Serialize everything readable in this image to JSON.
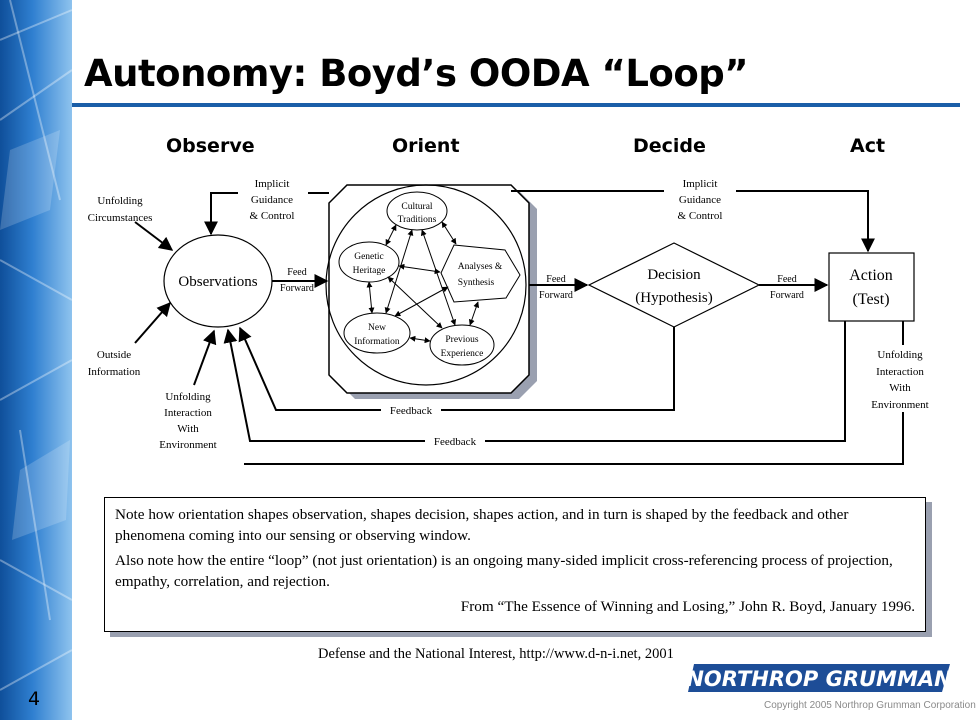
{
  "slide": {
    "title": "Autonomy: Boyd’s OODA “Loop”",
    "page_number": "4",
    "source": "Defense and the National Interest, http://www.d-n-i.net, 2001",
    "copyright": "Copyright 2005 Northrop Grumman Corporation",
    "logo_text": "NORTHROP GRUMMAN"
  },
  "phases": [
    "Observe",
    "Orient",
    "Decide",
    "Act"
  ],
  "diagram": {
    "unfolding_circumstances": [
      "Unfolding",
      "Circumstances"
    ],
    "implicit_guidance_left": [
      "Implicit",
      "Guidance",
      "& Control"
    ],
    "implicit_guidance_right": [
      "Implicit",
      "Guidance",
      "& Control"
    ],
    "outside_information": [
      "Outside",
      "Information"
    ],
    "unfolding_interaction_left": [
      "Unfolding",
      "Interaction",
      "With",
      "Environment"
    ],
    "unfolding_interaction_right": [
      "Unfolding",
      "Interaction",
      "With",
      "Environment"
    ],
    "observations": "Observations",
    "feed_forward_1": [
      "Feed",
      "Forward"
    ],
    "feed_forward_2": [
      "Feed",
      "Forward"
    ],
    "feed_forward_3": [
      "Feed",
      "Forward"
    ],
    "cultural_traditions": [
      "Cultural",
      "Traditions"
    ],
    "genetic_heritage": [
      "Genetic",
      "Heritage"
    ],
    "analyses_synthesis": [
      "Analyses &",
      "Synthesis"
    ],
    "new_information": [
      "New",
      "Information"
    ],
    "previous_experience": [
      "Previous",
      "Experience"
    ],
    "decision": [
      "Decision",
      "(Hypothesis)"
    ],
    "action": [
      "Action",
      "(Test)"
    ],
    "feedback_1": "Feedback",
    "feedback_2": "Feedback"
  },
  "note": {
    "paragraph_1": "Note how orientation shapes observation, shapes decision, shapes action, and in turn is shaped by the feedback and other phenomena coming into our sensing or observing window.",
    "paragraph_2": "Also note how the entire “loop” (not just orientation) is an ongoing many-sided implicit cross-referencing process of projection, empathy, correlation, and rejection.",
    "citation": "From “The Essence of Winning and Losing,” John R. Boyd, January 1996."
  }
}
